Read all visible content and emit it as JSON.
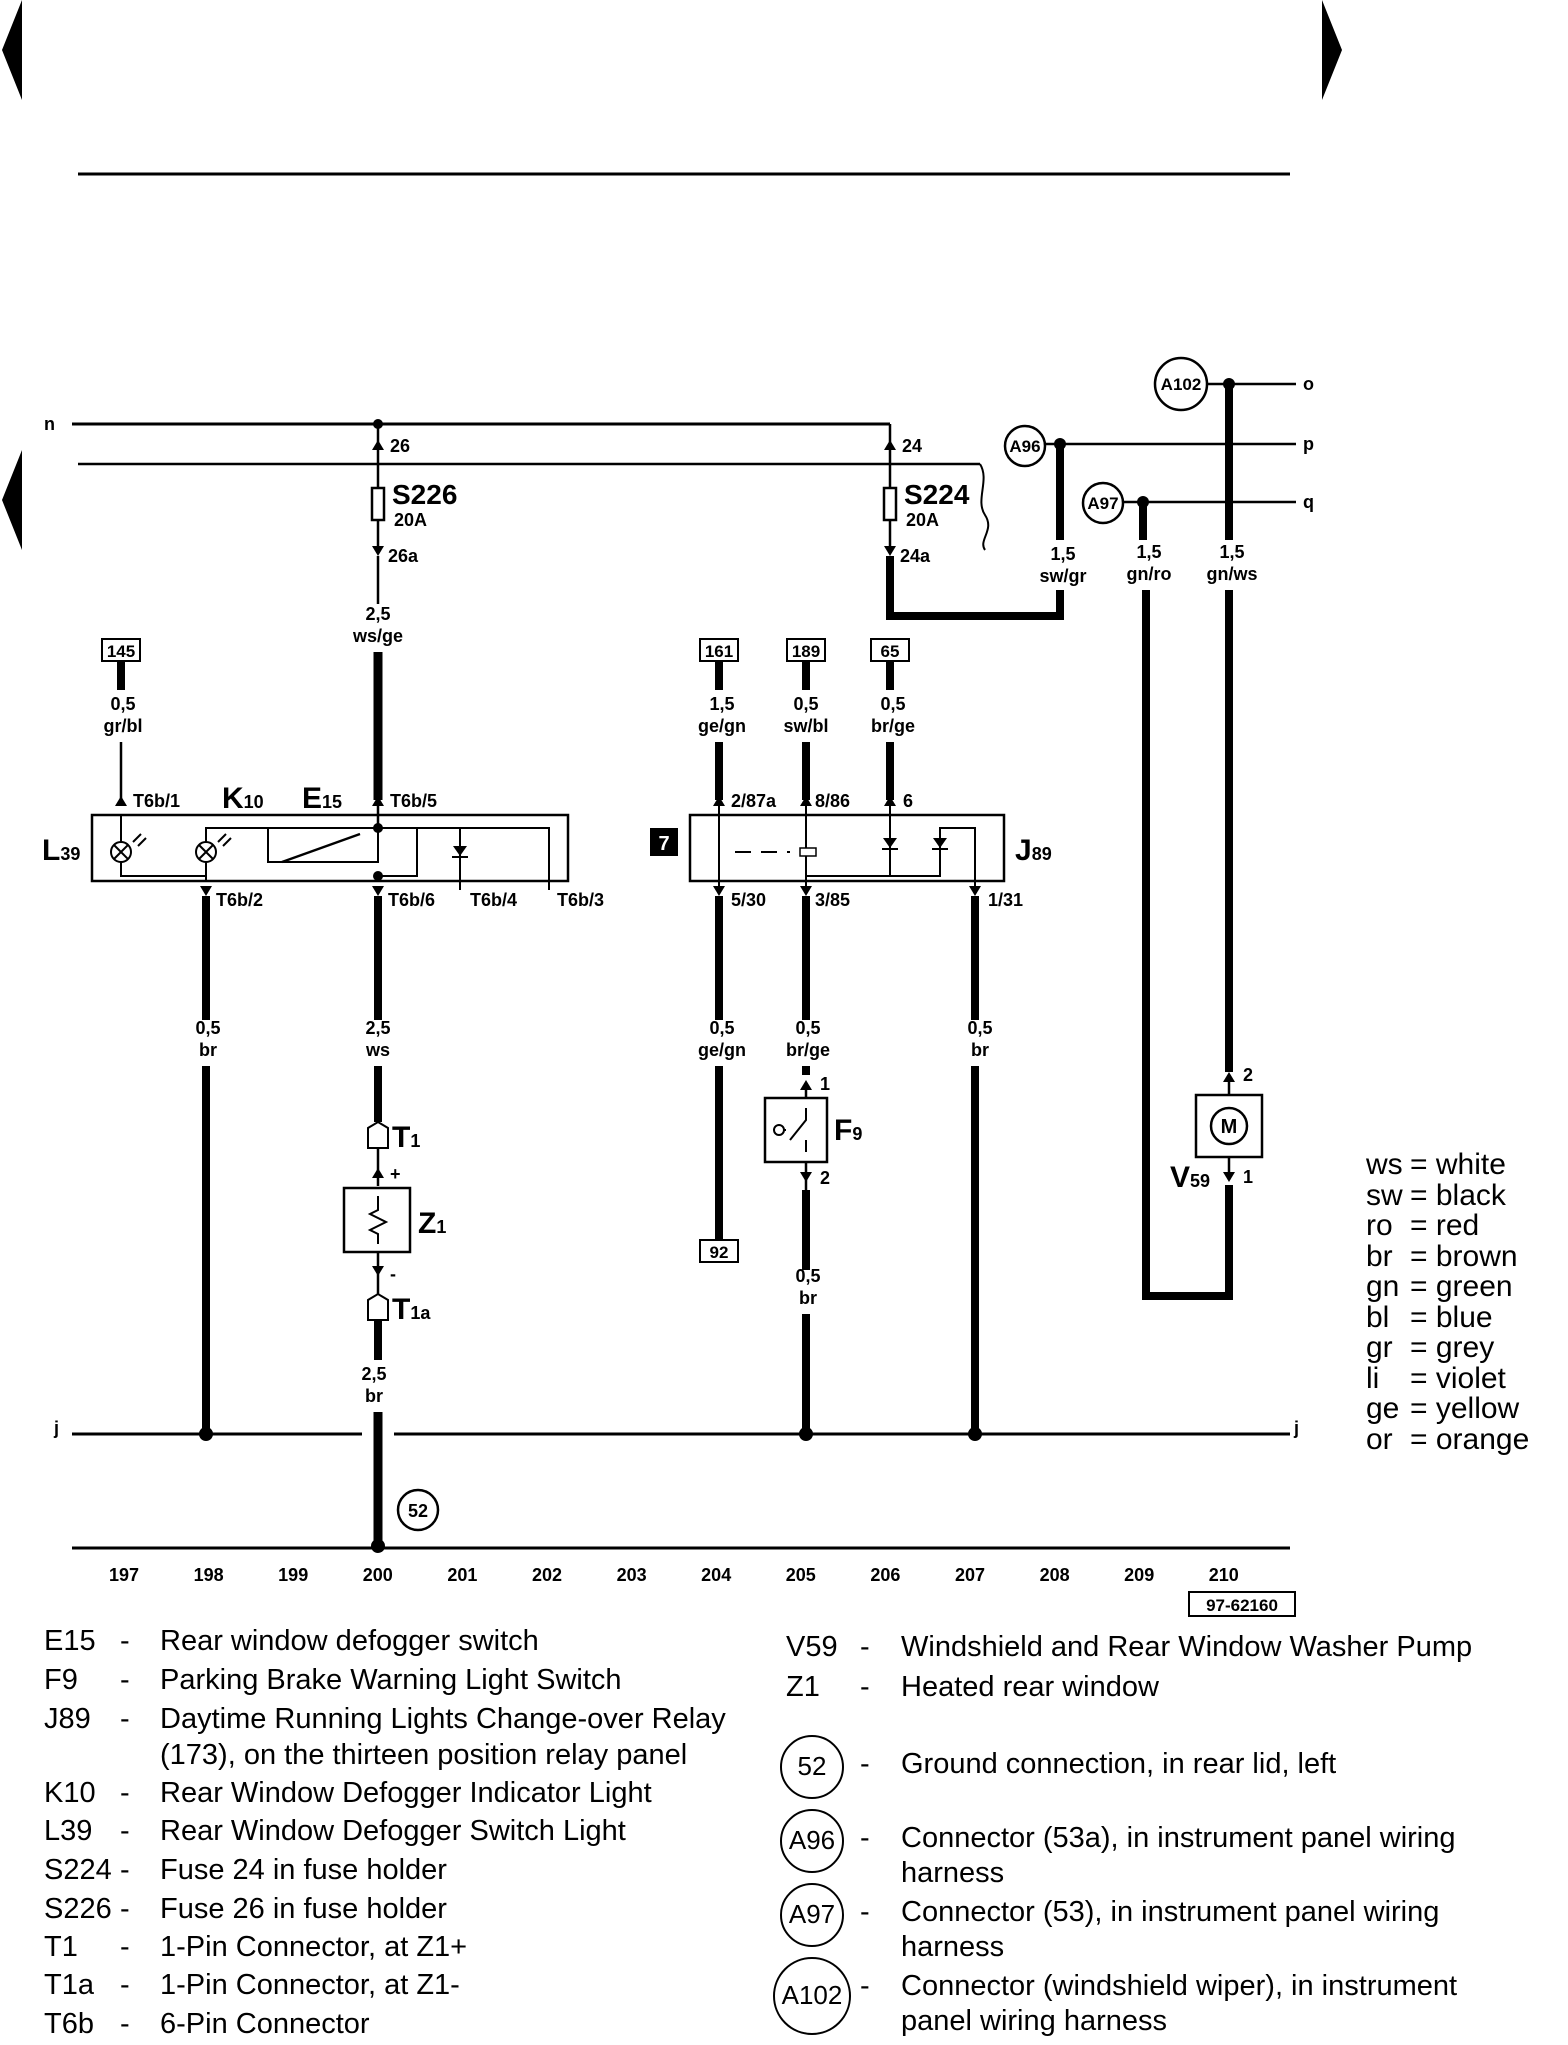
{
  "nav": {
    "prev_page_icon": "triangle-left-icon",
    "next_page_icon": "triangle-right-icon"
  },
  "lines": {
    "n": "n",
    "j_left": "j",
    "j_right": "j",
    "o": "o",
    "p": "p",
    "q": "q"
  },
  "fuses": {
    "s226": {
      "name": "S226",
      "rating": "20A",
      "pin_in": "26",
      "pin_out": "26a"
    },
    "s224": {
      "name": "S224",
      "rating": "20A",
      "pin_in": "24",
      "pin_out": "24a"
    }
  },
  "connectors_circled": {
    "a96": "A96",
    "a97": "A97",
    "a102": "A102",
    "g52": "52"
  },
  "boxed_refs": {
    "r145": "145",
    "r161": "161",
    "r189": "189",
    "r65": "65",
    "r92": "92",
    "relay_panel": "7",
    "drawing_no": "97-62160"
  },
  "wires": [
    {
      "size": "2,5",
      "color": "ws/ge"
    },
    {
      "size": "0,5",
      "color": "gr/bl"
    },
    {
      "size": "1,5",
      "color": "ge/gn"
    },
    {
      "size": "0,5",
      "color": "sw/bl"
    },
    {
      "size": "0,5",
      "color": "br/ge"
    },
    {
      "size": "1,5",
      "color": "sw/gr"
    },
    {
      "size": "1,5",
      "color": "gn/ro"
    },
    {
      "size": "1,5",
      "color": "gn/ws"
    },
    {
      "size": "0,5",
      "color": "br"
    },
    {
      "size": "2,5",
      "color": "ws"
    },
    {
      "size": "0,5",
      "color": "ge/gn"
    },
    {
      "size": "0,5",
      "color": "br/ge"
    },
    {
      "size": "0,5",
      "color": "br"
    },
    {
      "size": "0,5",
      "color": "br"
    },
    {
      "size": "2,5",
      "color": "br"
    }
  ],
  "pins": {
    "t6b1": "T6b/1",
    "t6b5": "T6b/5",
    "t6b2": "T6b/2",
    "t6b6": "T6b/6",
    "t6b4": "T6b/4",
    "t6b3": "T6b/3",
    "p2_87a": "2/87a",
    "p8_86": "8/86",
    "p6": "6",
    "p5_30": "5/30",
    "p3_85": "3/85",
    "p1_31": "1/31",
    "f9_1": "1",
    "f9_2": "2",
    "v59_2": "2",
    "v59_1": "1",
    "z1_plus": "+",
    "z1_minus": "-"
  },
  "components": {
    "l39": {
      "main": "L",
      "sub": "39"
    },
    "k10": {
      "main": "K",
      "sub": "10"
    },
    "e15": {
      "main": "E",
      "sub": "15"
    },
    "j89": {
      "main": "J",
      "sub": "89"
    },
    "f9": {
      "main": "F",
      "sub": "9"
    },
    "v59": {
      "main": "V",
      "sub": "59"
    },
    "t1": {
      "main": "T",
      "sub": "1"
    },
    "t1a": {
      "main": "T",
      "sub": "1a"
    },
    "z1": {
      "main": "Z",
      "sub": "1"
    },
    "motor": "M"
  },
  "track_numbers": [
    "197",
    "198",
    "199",
    "200",
    "201",
    "202",
    "203",
    "204",
    "205",
    "206",
    "207",
    "208",
    "209",
    "210"
  ],
  "color_key": [
    {
      "code": "ws",
      "name": "white"
    },
    {
      "code": "sw",
      "name": "black"
    },
    {
      "code": "ro",
      "name": "red"
    },
    {
      "code": "br",
      "name": "brown"
    },
    {
      "code": "gn",
      "name": "green"
    },
    {
      "code": "bl",
      "name": "blue"
    },
    {
      "code": "gr",
      "name": "grey"
    },
    {
      "code": "li",
      "name": "violet"
    },
    {
      "code": "ge",
      "name": "yellow"
    },
    {
      "code": "or",
      "name": "orange"
    }
  ],
  "legend_left": [
    {
      "code": "E15",
      "dash": "-",
      "desc": "Rear window defogger switch"
    },
    {
      "code": "F9",
      "dash": "-",
      "desc": "Parking Brake Warning Light Switch"
    },
    {
      "code": "J89",
      "dash": "-",
      "desc": "Daytime Running Lights Change-over Relay"
    },
    {
      "code": "",
      "dash": "",
      "desc": "(173), on the thirteen position relay panel"
    },
    {
      "code": "K10",
      "dash": "-",
      "desc": "Rear Window Defogger Indicator Light"
    },
    {
      "code": "L39",
      "dash": "-",
      "desc": "Rear Window Defogger Switch Light"
    },
    {
      "code": "S224",
      "dash": "-",
      "desc": "Fuse 24 in fuse holder"
    },
    {
      "code": "S226",
      "dash": "-",
      "desc": "Fuse 26 in fuse holder"
    },
    {
      "code": "T1",
      "dash": "-",
      "desc": "1-Pin Connector, at Z1+"
    },
    {
      "code": "T1a",
      "dash": "-",
      "desc": "1-Pin Connector, at Z1-"
    },
    {
      "code": "T6b",
      "dash": "-",
      "desc": "6-Pin Connector"
    }
  ],
  "legend_right": [
    {
      "code": "V59",
      "dash": "-",
      "desc": "Windshield and Rear Window Washer Pump"
    },
    {
      "code": "Z1",
      "dash": "-",
      "desc": "Heated rear window"
    }
  ],
  "legend_circled": [
    {
      "code": "52",
      "dash": "-",
      "desc": "Ground connection, in rear lid, left",
      "desc2": ""
    },
    {
      "code": "A96",
      "dash": "-",
      "desc": "Connector (53a), in instrument panel wiring",
      "desc2": "harness"
    },
    {
      "code": "A97",
      "dash": "-",
      "desc": "Connector (53), in instrument panel wiring",
      "desc2": "harness"
    },
    {
      "code": "A102",
      "dash": "-",
      "desc": "Connector (windshield wiper), in instrument",
      "desc2": "panel wiring harness"
    }
  ]
}
